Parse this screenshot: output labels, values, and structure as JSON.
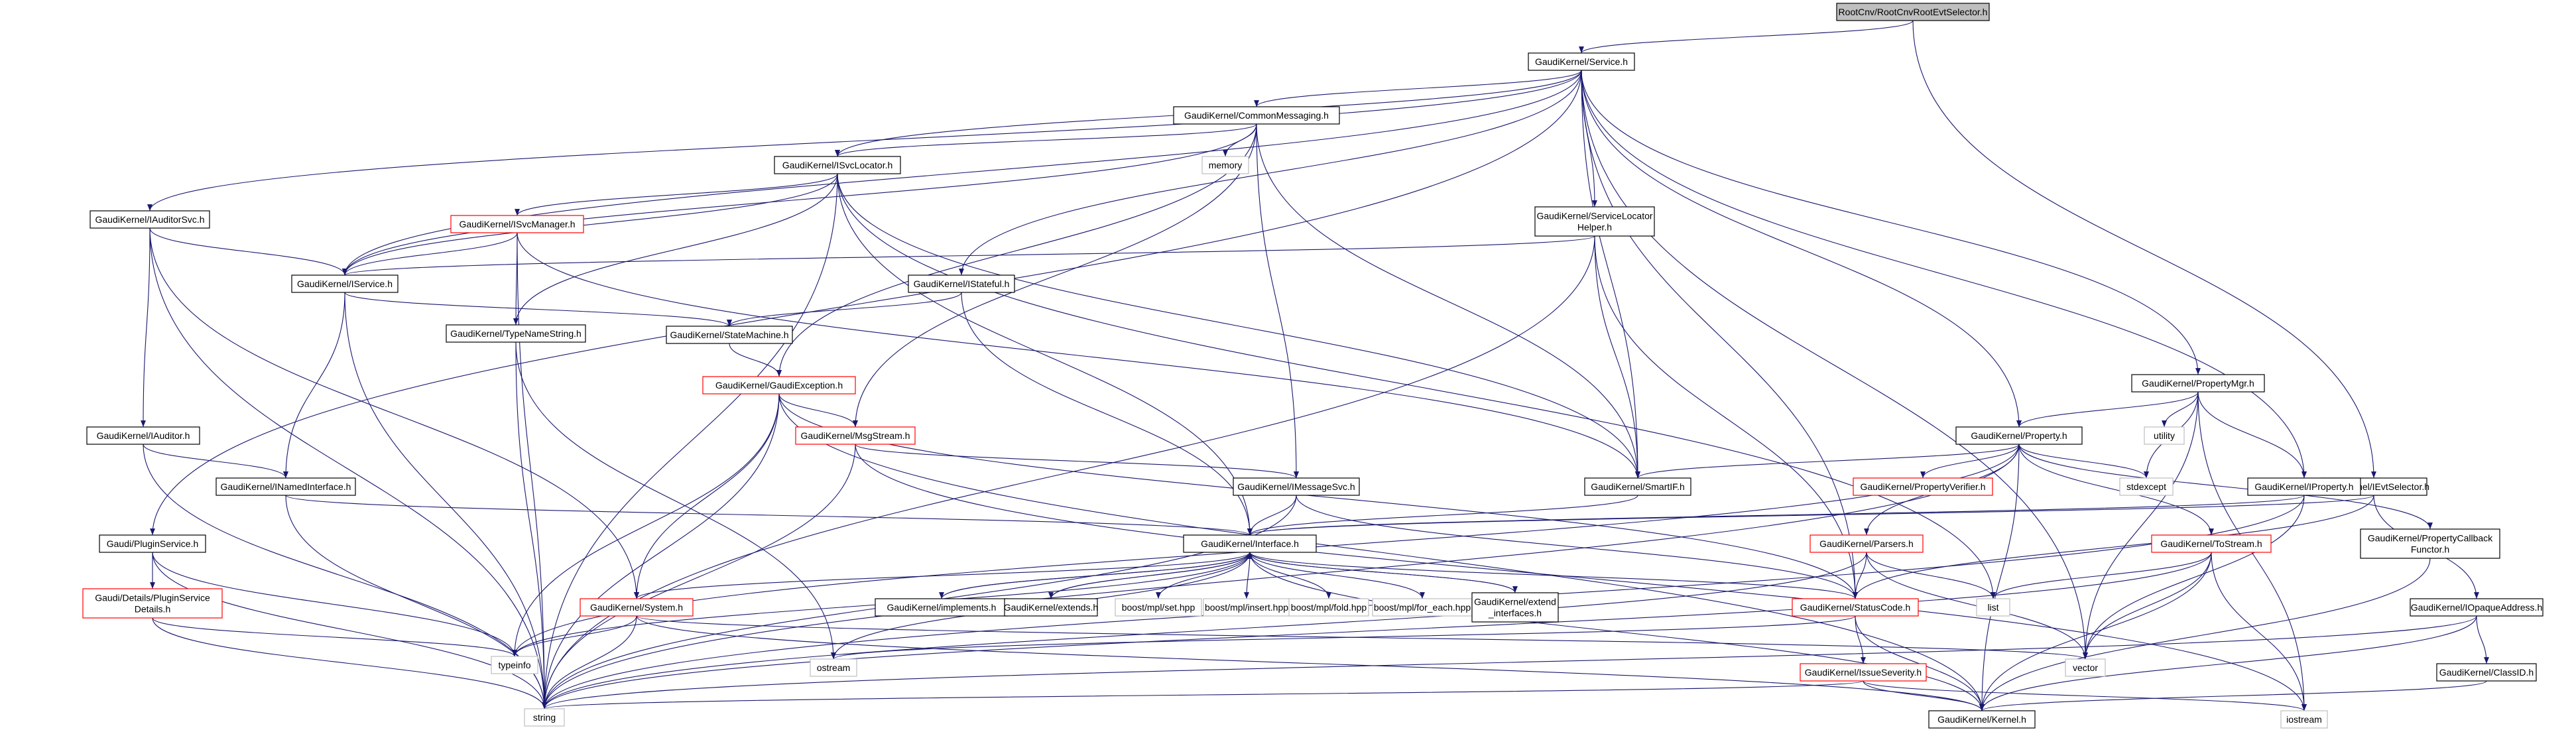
{
  "colors": {
    "edge": "#191970",
    "root_fill": "#bfbfbf",
    "node_border": "#000000",
    "highlight_border": "#ff0000",
    "plain_border": "#bfbfbf"
  },
  "nodes": {
    "root": {
      "label": "RootCnv/RootCnvRootEvtSelector.h",
      "style": "root"
    },
    "service": {
      "label": "GaudiKernel/Service.h",
      "style": "normal"
    },
    "ievtselector": {
      "label": "GaudiKernel/IEvtSelector.h",
      "style": "normal"
    },
    "commonmessaging": {
      "label": "GaudiKernel/CommonMessaging.h",
      "style": "normal"
    },
    "iauditorsvc": {
      "label": "GaudiKernel/IAuditorSvc.h",
      "style": "normal"
    },
    "isvclocator": {
      "label": "GaudiKernel/ISvcLocator.h",
      "style": "normal"
    },
    "memory": {
      "label": "memory",
      "style": "plain"
    },
    "servicelocatorhelper": {
      "label": [
        "GaudiKernel/ServiceLocator",
        "Helper.h"
      ],
      "style": "normal"
    },
    "propertymgr": {
      "label": "GaudiKernel/PropertyMgr.h",
      "style": "normal"
    },
    "isvcmanager": {
      "label": "GaudiKernel/ISvcManager.h",
      "style": "red"
    },
    "iservice": {
      "label": "GaudiKernel/IService.h",
      "style": "normal"
    },
    "istateful": {
      "label": "GaudiKernel/IStateful.h",
      "style": "normal"
    },
    "typenamestring": {
      "label": "GaudiKernel/TypeNameString.h",
      "style": "normal"
    },
    "statemachine": {
      "label": "GaudiKernel/StateMachine.h",
      "style": "normal"
    },
    "gaudiexception": {
      "label": "GaudiKernel/GaudiException.h",
      "style": "red"
    },
    "iauditor": {
      "label": "GaudiKernel/IAuditor.h",
      "style": "normal"
    },
    "inamedinterface": {
      "label": "GaudiKernel/INamedInterface.h",
      "style": "normal"
    },
    "msgstream": {
      "label": "GaudiKernel/MsgStream.h",
      "style": "red"
    },
    "imessagesvc": {
      "label": "GaudiKernel/IMessageSvc.h",
      "style": "normal"
    },
    "property": {
      "label": "GaudiKernel/Property.h",
      "style": "normal"
    },
    "utility": {
      "label": "utility",
      "style": "plain"
    },
    "smartif": {
      "label": "GaudiKernel/SmartIF.h",
      "style": "normal"
    },
    "propertyverifier": {
      "label": "GaudiKernel/PropertyVerifier.h",
      "style": "red"
    },
    "stdexcept": {
      "label": "stdexcept",
      "style": "plain"
    },
    "iproperty": {
      "label": "GaudiKernel/IProperty.h",
      "style": "normal"
    },
    "pluginservice": {
      "label": "Gaudi/PluginService.h",
      "style": "normal"
    },
    "interface": {
      "label": "GaudiKernel/Interface.h",
      "style": "normal"
    },
    "parsers": {
      "label": "GaudiKernel/Parsers.h",
      "style": "red"
    },
    "tostream": {
      "label": "GaudiKernel/ToStream.h",
      "style": "red"
    },
    "propertycallbackfunctor": {
      "label": [
        "GaudiKernel/PropertyCallback",
        "Functor.h"
      ],
      "style": "normal"
    },
    "pluginservicedetails": {
      "label": [
        "Gaudi/Details/PluginService",
        "Details.h"
      ],
      "style": "red"
    },
    "system": {
      "label": "GaudiKernel/System.h",
      "style": "red"
    },
    "implements": {
      "label": "GaudiKernel/implements.h",
      "style": "normal"
    },
    "extends": {
      "label": "GaudiKernel/extends.h",
      "style": "normal"
    },
    "mplset": {
      "label": "boost/mpl/set.hpp",
      "style": "plain"
    },
    "mplinsert": {
      "label": "boost/mpl/insert.hpp",
      "style": "plain"
    },
    "mplfold": {
      "label": "boost/mpl/fold.hpp",
      "style": "plain"
    },
    "mplforeach": {
      "label": "boost/mpl/for_each.hpp",
      "style": "plain"
    },
    "extendinterfaces": {
      "label": [
        "GaudiKernel/extend",
        "_interfaces.h"
      ],
      "style": "normal"
    },
    "list": {
      "label": "list",
      "style": "plain"
    },
    "statuscode": {
      "label": "GaudiKernel/StatusCode.h",
      "style": "red"
    },
    "iopaqueaddress": {
      "label": "GaudiKernel/IOpaqueAddress.h",
      "style": "normal"
    },
    "typeinfo": {
      "label": "typeinfo",
      "style": "plain"
    },
    "ostream": {
      "label": "ostream",
      "style": "plain"
    },
    "vector": {
      "label": "vector",
      "style": "plain"
    },
    "issueseverity": {
      "label": "GaudiKernel/IssueSeverity.h",
      "style": "red"
    },
    "classid": {
      "label": "GaudiKernel/ClassID.h",
      "style": "normal"
    },
    "string": {
      "label": "string",
      "style": "plain"
    },
    "kernel": {
      "label": "GaudiKernel/Kernel.h",
      "style": "normal"
    },
    "iostream": {
      "label": "iostream",
      "style": "plain"
    }
  },
  "edges": [
    [
      "root",
      "service"
    ],
    [
      "root",
      "ievtselector"
    ],
    [
      "service",
      "commonmessaging"
    ],
    [
      "service",
      "iauditorsvc"
    ],
    [
      "service",
      "isvclocator"
    ],
    [
      "service",
      "servicelocatorhelper"
    ],
    [
      "service",
      "propertymgr"
    ],
    [
      "service",
      "iservice"
    ],
    [
      "service",
      "istateful"
    ],
    [
      "service",
      "smartif"
    ],
    [
      "service",
      "property"
    ],
    [
      "service",
      "iproperty"
    ],
    [
      "service",
      "pluginservice"
    ],
    [
      "service",
      "vector"
    ],
    [
      "service",
      "statuscode"
    ],
    [
      "ievtselector",
      "interface"
    ],
    [
      "ievtselector",
      "iopaqueaddress"
    ],
    [
      "ievtselector",
      "statuscode"
    ],
    [
      "commonmessaging",
      "memory"
    ],
    [
      "commonmessaging",
      "isvclocator"
    ],
    [
      "commonmessaging",
      "iservice"
    ],
    [
      "commonmessaging",
      "gaudiexception"
    ],
    [
      "commonmessaging",
      "msgstream"
    ],
    [
      "commonmessaging",
      "imessagesvc"
    ],
    [
      "commonmessaging",
      "smartif"
    ],
    [
      "iauditorsvc",
      "iservice"
    ],
    [
      "iauditorsvc",
      "iauditor"
    ],
    [
      "iauditorsvc",
      "system"
    ],
    [
      "iauditorsvc",
      "string"
    ],
    [
      "isvclocator",
      "isvcmanager"
    ],
    [
      "isvclocator",
      "iservice"
    ],
    [
      "isvclocator",
      "typenamestring"
    ],
    [
      "isvclocator",
      "interface"
    ],
    [
      "isvclocator",
      "smartif"
    ],
    [
      "isvclocator",
      "list"
    ],
    [
      "isvclocator",
      "string"
    ],
    [
      "servicelocatorhelper",
      "iservice"
    ],
    [
      "servicelocatorhelper",
      "smartif"
    ],
    [
      "servicelocatorhelper",
      "statuscode"
    ],
    [
      "servicelocatorhelper",
      "string"
    ],
    [
      "propertymgr",
      "property"
    ],
    [
      "propertymgr",
      "iproperty"
    ],
    [
      "propertymgr",
      "utility"
    ],
    [
      "propertymgr",
      "stdexcept"
    ],
    [
      "propertymgr",
      "vector"
    ],
    [
      "propertymgr",
      "iostream"
    ],
    [
      "isvcmanager",
      "iservice"
    ],
    [
      "isvcmanager",
      "typenamestring"
    ],
    [
      "isvcmanager",
      "smartif"
    ],
    [
      "isvcmanager",
      "string"
    ],
    [
      "iservice",
      "statemachine"
    ],
    [
      "iservice",
      "inamedinterface"
    ],
    [
      "iservice",
      "string"
    ],
    [
      "istateful",
      "statemachine"
    ],
    [
      "istateful",
      "interface"
    ],
    [
      "typenamestring",
      "string"
    ],
    [
      "typenamestring",
      "ostream"
    ],
    [
      "statemachine",
      "gaudiexception"
    ],
    [
      "gaudiexception",
      "msgstream"
    ],
    [
      "gaudiexception",
      "system"
    ],
    [
      "gaudiexception",
      "string"
    ],
    [
      "gaudiexception",
      "typeinfo"
    ],
    [
      "gaudiexception",
      "statuscode"
    ],
    [
      "gaudiexception",
      "kernel"
    ],
    [
      "iauditor",
      "inamedinterface"
    ],
    [
      "iauditor",
      "string"
    ],
    [
      "inamedinterface",
      "interface"
    ],
    [
      "inamedinterface",
      "string"
    ],
    [
      "msgstream",
      "imessagesvc"
    ],
    [
      "msgstream",
      "string"
    ],
    [
      "msgstream",
      "iostream"
    ],
    [
      "imessagesvc",
      "interface"
    ],
    [
      "imessagesvc",
      "string"
    ],
    [
      "imessagesvc",
      "statuscode"
    ],
    [
      "property",
      "smartif"
    ],
    [
      "property",
      "propertyverifier"
    ],
    [
      "property",
      "parsers"
    ],
    [
      "property",
      "tostream"
    ],
    [
      "property",
      "stdexcept"
    ],
    [
      "property",
      "propertycallbackfunctor"
    ],
    [
      "property",
      "string"
    ],
    [
      "property",
      "typeinfo"
    ],
    [
      "property",
      "kernel"
    ],
    [
      "smartif",
      "interface"
    ],
    [
      "iproperty",
      "interface"
    ],
    [
      "iproperty",
      "vector"
    ],
    [
      "iproperty",
      "string"
    ],
    [
      "pluginservice",
      "pluginservicedetails"
    ],
    [
      "pluginservice",
      "string"
    ],
    [
      "pluginservice",
      "typeinfo"
    ],
    [
      "interface",
      "system"
    ],
    [
      "interface",
      "implements"
    ],
    [
      "interface",
      "extends"
    ],
    [
      "interface",
      "mplset"
    ],
    [
      "interface",
      "mplinsert"
    ],
    [
      "interface",
      "mplfold"
    ],
    [
      "interface",
      "mplforeach"
    ],
    [
      "interface",
      "extendinterfaces"
    ],
    [
      "interface",
      "statuscode"
    ],
    [
      "interface",
      "ostream"
    ],
    [
      "interface",
      "kernel"
    ],
    [
      "interface",
      "typeinfo"
    ],
    [
      "implements",
      "interface"
    ],
    [
      "extends",
      "interface"
    ],
    [
      "extendinterfaces",
      "interface"
    ],
    [
      "parsers",
      "statuscode"
    ],
    [
      "parsers",
      "list"
    ],
    [
      "parsers",
      "vector"
    ],
    [
      "parsers",
      "string"
    ],
    [
      "tostream",
      "list"
    ],
    [
      "tostream",
      "vector"
    ],
    [
      "tostream",
      "string"
    ],
    [
      "tostream",
      "kernel"
    ],
    [
      "tostream",
      "iostream"
    ],
    [
      "propertycallbackfunctor",
      "kernel"
    ],
    [
      "pluginservicedetails",
      "string"
    ],
    [
      "pluginservicedetails",
      "typeinfo"
    ],
    [
      "system",
      "typeinfo"
    ],
    [
      "system",
      "string"
    ],
    [
      "system",
      "kernel"
    ],
    [
      "system",
      "vector"
    ],
    [
      "statuscode",
      "issueseverity"
    ],
    [
      "statuscode",
      "kernel"
    ],
    [
      "statuscode",
      "ostream"
    ],
    [
      "iopaqueaddress",
      "classid"
    ],
    [
      "iopaqueaddress",
      "string"
    ],
    [
      "iopaqueaddress",
      "kernel"
    ],
    [
      "issueseverity",
      "kernel"
    ],
    [
      "issueseverity",
      "string"
    ],
    [
      "issueseverity",
      "iostream"
    ],
    [
      "classid",
      "kernel"
    ]
  ]
}
